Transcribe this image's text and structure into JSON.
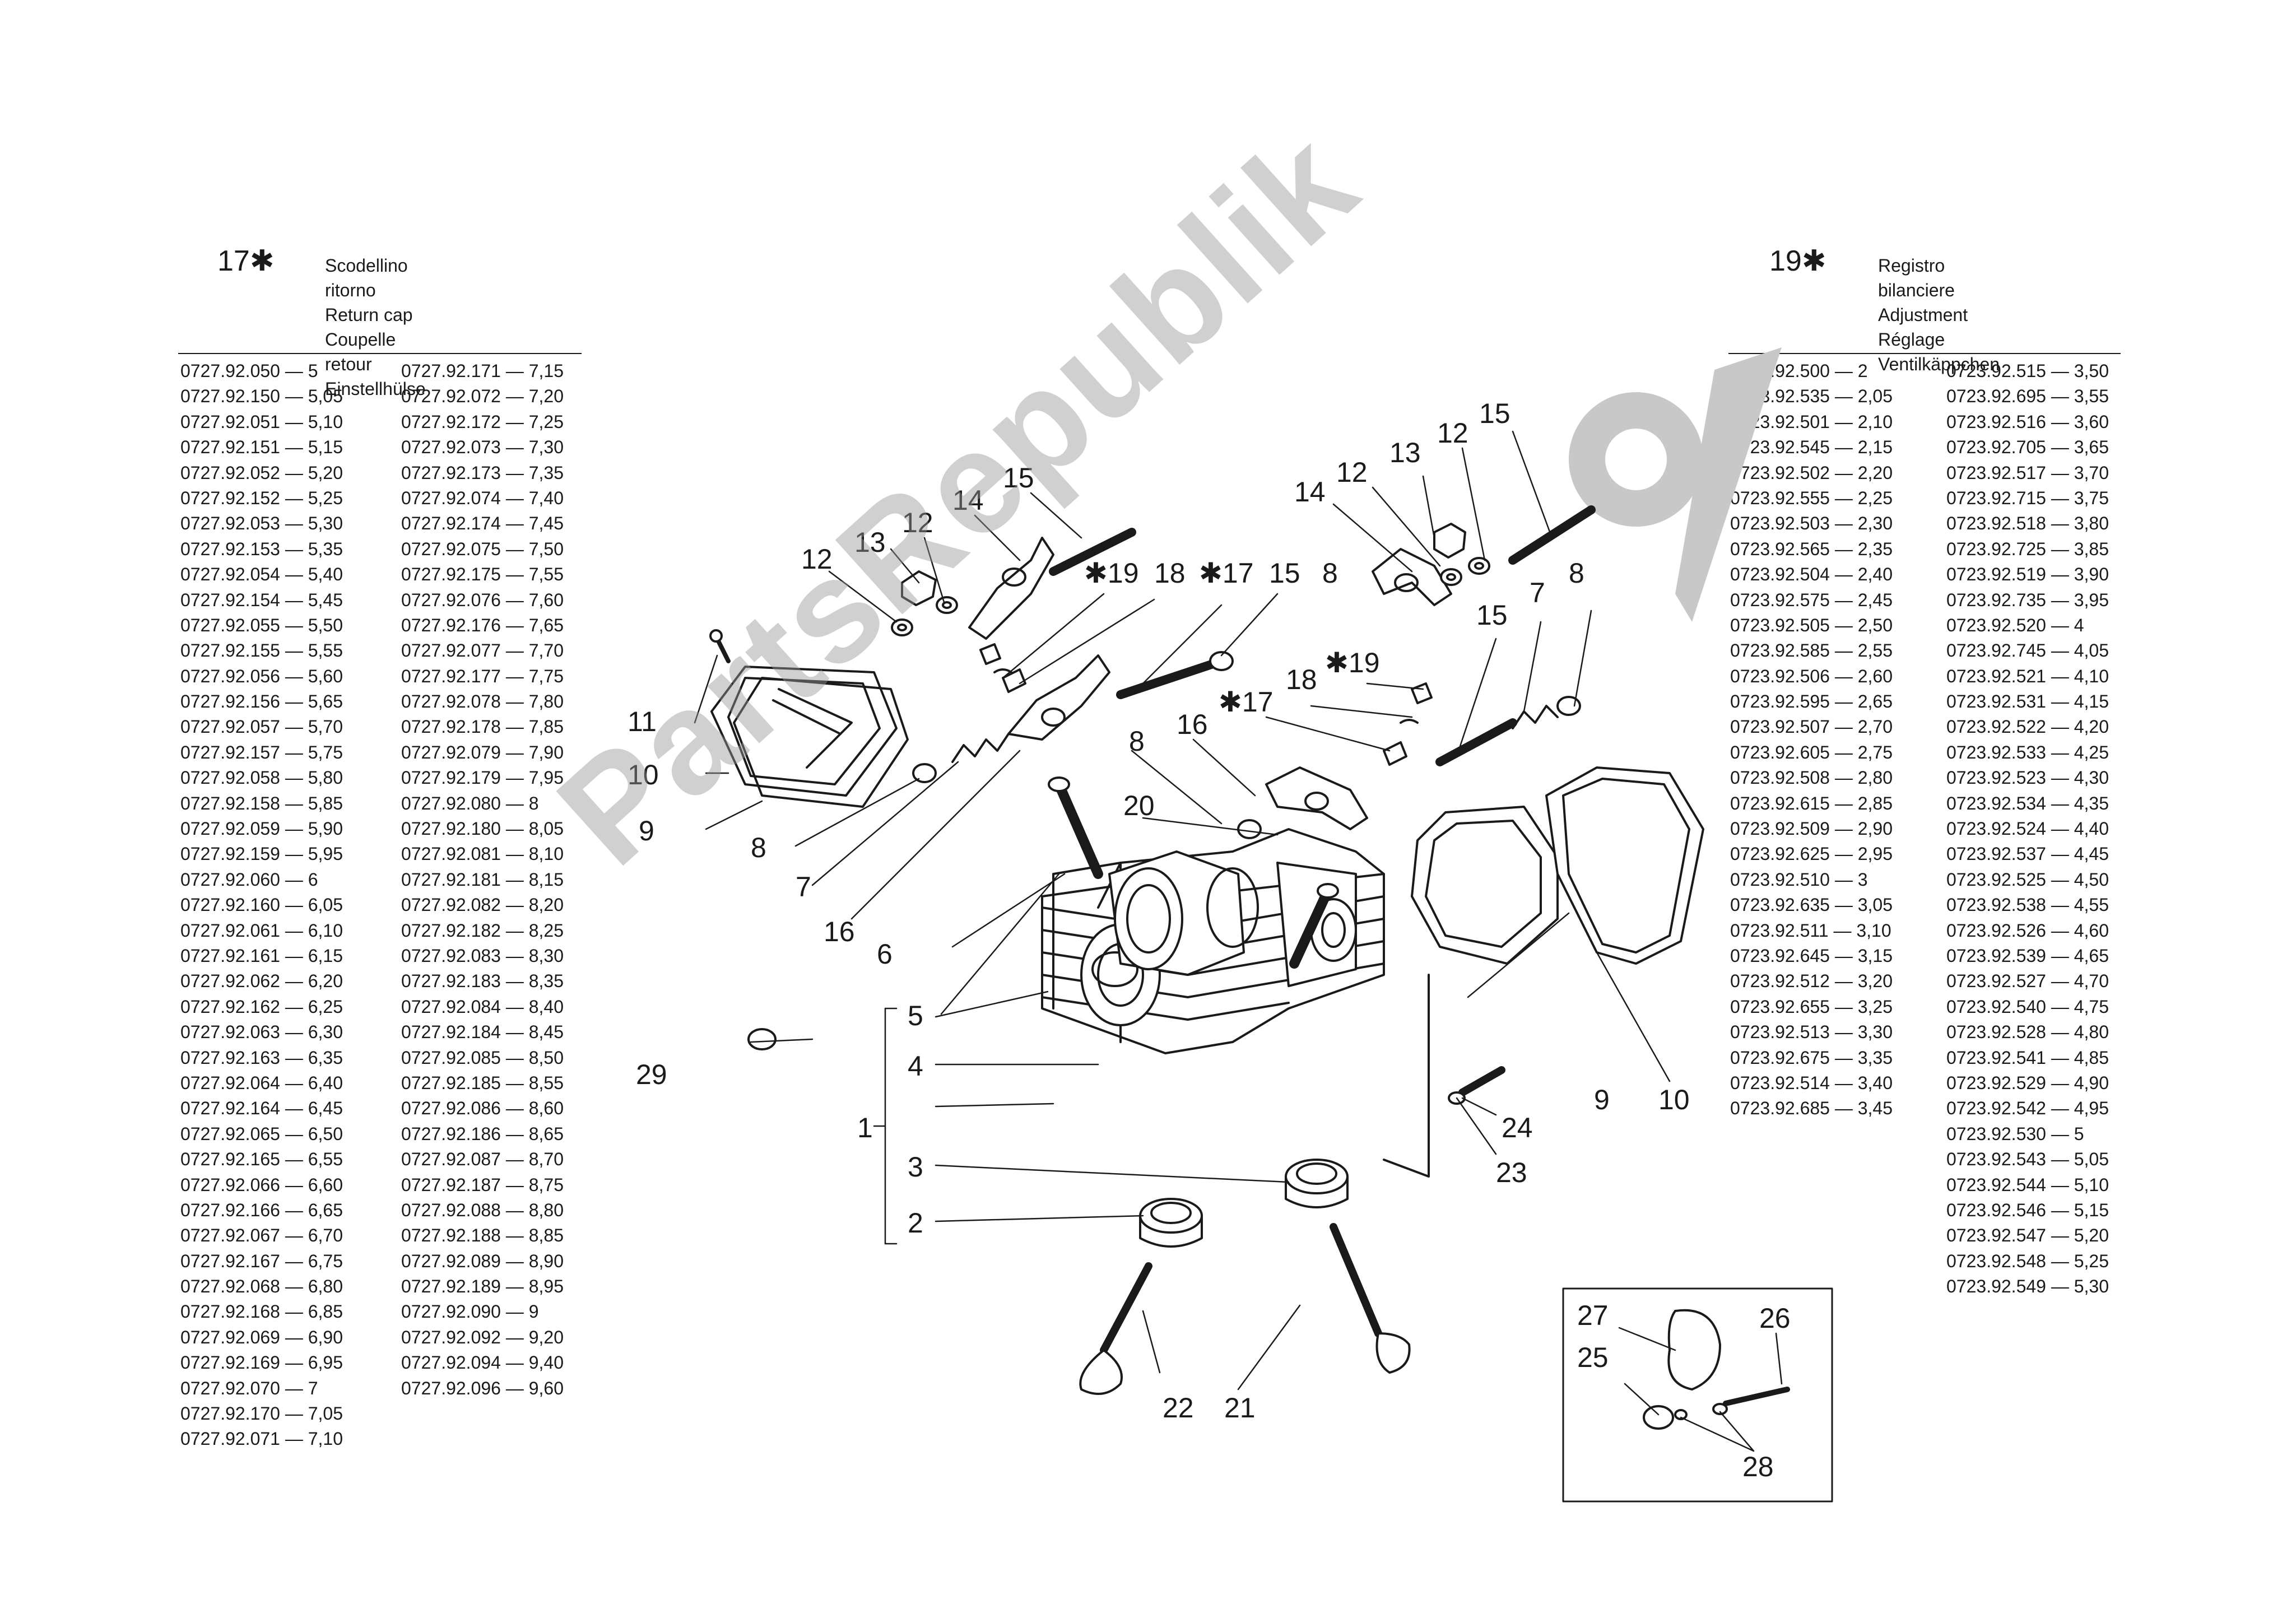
{
  "left_panel": {
    "ref": "17",
    "star": "✱",
    "names": [
      "Scodellino ritorno",
      "Return cap",
      "Coupelle retour",
      "Einstellhülse"
    ],
    "col1": [
      "0727.92.050 — 5",
      "0727.92.150 — 5,05",
      "0727.92.051 — 5,10",
      "0727.92.151 — 5,15",
      "0727.92.052 — 5,20",
      "0727.92.152 — 5,25",
      "0727.92.053 — 5,30",
      "0727.92.153 — 5,35",
      "0727.92.054 — 5,40",
      "0727.92.154 — 5,45",
      "0727.92.055 — 5,50",
      "0727.92.155 — 5,55",
      "0727.92.056 — 5,60",
      "0727.92.156 — 5,65",
      "0727.92.057 — 5,70",
      "0727.92.157 — 5,75",
      "0727.92.058 — 5,80",
      "0727.92.158 — 5,85",
      "0727.92.059 — 5,90",
      "0727.92.159 — 5,95",
      "0727.92.060 — 6",
      "0727.92.160 — 6,05",
      "0727.92.061 — 6,10",
      "0727.92.161 — 6,15",
      "0727.92.062 — 6,20",
      "0727.92.162 — 6,25",
      "0727.92.063 — 6,30",
      "0727.92.163 — 6,35",
      "0727.92.064 — 6,40",
      "0727.92.164 — 6,45",
      "0727.92.065 — 6,50",
      "0727.92.165 — 6,55",
      "0727.92.066 — 6,60",
      "0727.92.166 — 6,65",
      "0727.92.067 — 6,70",
      "0727.92.167 — 6,75",
      "0727.92.068 — 6,80",
      "0727.92.168 — 6,85",
      "0727.92.069 — 6,90",
      "0727.92.169 — 6,95",
      "0727.92.070 — 7",
      "0727.92.170 — 7,05",
      "0727.92.071 — 7,10"
    ],
    "col2": [
      "0727.92.171 — 7,15",
      "0727.92.072 — 7,20",
      "0727.92.172 — 7,25",
      "0727.92.073 — 7,30",
      "0727.92.173 — 7,35",
      "0727.92.074 — 7,40",
      "0727.92.174 — 7,45",
      "0727.92.075 — 7,50",
      "0727.92.175 — 7,55",
      "0727.92.076 — 7,60",
      "0727.92.176 — 7,65",
      "0727.92.077 — 7,70",
      "0727.92.177 — 7,75",
      "0727.92.078 — 7,80",
      "0727.92.178 — 7,85",
      "0727.92.079 — 7,90",
      "0727.92.179 — 7,95",
      "0727.92.080 — 8",
      "0727.92.180 — 8,05",
      "0727.92.081 — 8,10",
      "0727.92.181 — 8,15",
      "0727.92.082 — 8,20",
      "0727.92.182 — 8,25",
      "0727.92.083 — 8,30",
      "0727.92.183 — 8,35",
      "0727.92.084 — 8,40",
      "0727.92.184 — 8,45",
      "0727.92.085 — 8,50",
      "0727.92.185 — 8,55",
      "0727.92.086 — 8,60",
      "0727.92.186 — 8,65",
      "0727.92.087 — 8,70",
      "0727.92.187 — 8,75",
      "0727.92.088 — 8,80",
      "0727.92.188 — 8,85",
      "0727.92.089 — 8,90",
      "0727.92.189 — 8,95",
      "0727.92.090 — 9",
      "0727.92.092 — 9,20",
      "0727.92.094 — 9,40",
      "0727.92.096 — 9,60"
    ]
  },
  "right_panel": {
    "ref": "19",
    "star": "✱",
    "names": [
      "Registro bilanciere",
      "Adjustment",
      "Réglage",
      "Ventilkäppchen"
    ],
    "col1": [
      "0723.92.500 — 2",
      "0723.92.535 — 2,05",
      "0723.92.501 — 2,10",
      "0723.92.545 — 2,15",
      "0723.92.502 — 2,20",
      "0723.92.555 — 2,25",
      "0723.92.503 — 2,30",
      "0723.92.565 — 2,35",
      "0723.92.504 — 2,40",
      "0723.92.575 — 2,45",
      "0723.92.505 — 2,50",
      "0723.92.585 — 2,55",
      "0723.92.506 — 2,60",
      "0723.92.595 — 2,65",
      "0723.92.507 — 2,70",
      "0723.92.605 — 2,75",
      "0723.92.508 — 2,80",
      "0723.92.615 — 2,85",
      "0723.92.509 — 2,90",
      "0723.92.625 — 2,95",
      "0723.92.510 — 3",
      "0723.92.635 — 3,05",
      "0723.92.511 — 3,10",
      "0723.92.645 — 3,15",
      "0723.92.512 — 3,20",
      "0723.92.655 — 3,25",
      "0723.92.513 — 3,30",
      "0723.92.675 — 3,35",
      "0723.92.514 — 3,40",
      "0723.92.685 — 3,45"
    ],
    "col2": [
      "0723.92.515 — 3,50",
      "0723.92.695 — 3,55",
      "0723.92.516 — 3,60",
      "0723.92.705 — 3,65",
      "0723.92.517 — 3,70",
      "0723.92.715 — 3,75",
      "0723.92.518 — 3,80",
      "0723.92.725 — 3,85",
      "0723.92.519 — 3,90",
      "0723.92.735 — 3,95",
      "0723.92.520 — 4",
      "0723.92.745 — 4,05",
      "0723.92.521 — 4,10",
      "0723.92.531 — 4,15",
      "0723.92.522 — 4,20",
      "0723.92.533 — 4,25",
      "0723.92.523 — 4,30",
      "0723.92.534 — 4,35",
      "0723.92.524 — 4,40",
      "0723.92.537 — 4,45",
      "0723.92.525 — 4,50",
      "0723.92.538 — 4,55",
      "0723.92.526 — 4,60",
      "0723.92.539 — 4,65",
      "0723.92.527 — 4,70",
      "0723.92.540 — 4,75",
      "0723.92.528 — 4,80",
      "0723.92.541 — 4,85",
      "0723.92.529 — 4,90",
      "0723.92.542 — 4,95",
      "0723.92.530 — 5",
      "0723.92.543 — 5,05",
      "0723.92.544 — 5,10",
      "0723.92.546 — 5,15",
      "0723.92.547 — 5,20",
      "0723.92.548 — 5,25",
      "0723.92.549 — 5,30"
    ]
  },
  "callouts": {
    "c1": "1",
    "c2": "2",
    "c3": "3",
    "c4": "4",
    "c5": "5",
    "c6": "6",
    "c7a": "7",
    "c7b": "7",
    "c8a": "8",
    "c8b": "8",
    "c8c": "8",
    "c8d": "8",
    "c9a": "9",
    "c9b": "9",
    "c10a": "10",
    "c10b": "10",
    "c11": "11",
    "c12a": "12",
    "c12b": "12",
    "c12c": "12",
    "c12d": "12",
    "c13a": "13",
    "c13b": "13",
    "c14a": "14",
    "c14b": "14",
    "c15a": "15",
    "c15b": "15",
    "c15c": "15",
    "c15d": "15",
    "c16a": "16",
    "c16b": "16",
    "c17a": "✱17",
    "c17b": "✱17",
    "c18a": "18",
    "c18b": "18",
    "c19a": "✱19",
    "c19b": "✱19",
    "c20": "20",
    "c21": "21",
    "c22": "22",
    "c23": "23",
    "c24": "24",
    "c25": "25",
    "c26": "26",
    "c27": "27",
    "c28": "28",
    "c29": "29"
  },
  "watermark": "PartsRepublik"
}
